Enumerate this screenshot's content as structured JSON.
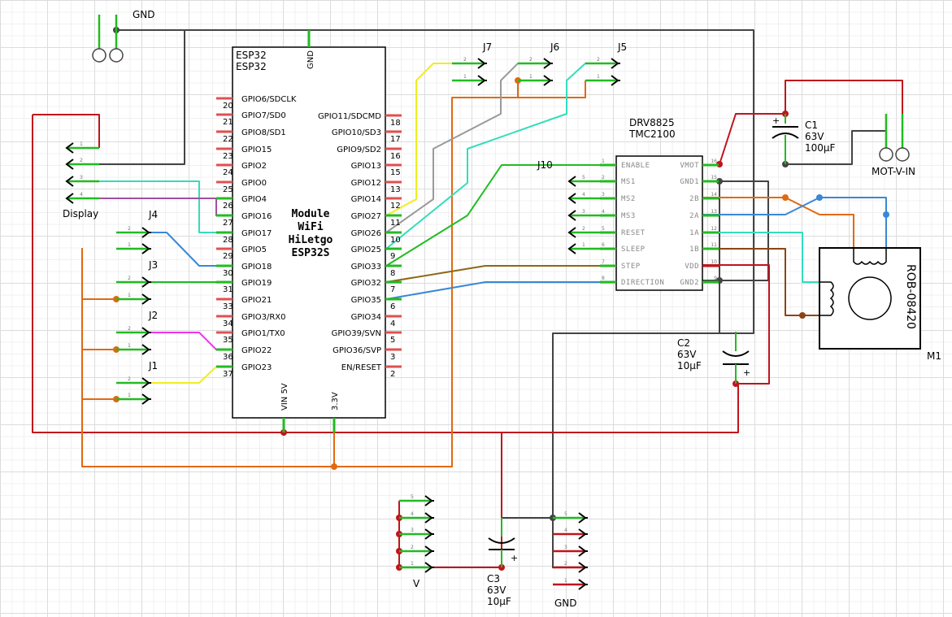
{
  "esp32": {
    "title1": "ESP32",
    "title2": "ESP32",
    "gnd_label": "GND",
    "vin_label": "VIN 5V",
    "v33_label": "3.3V",
    "center_lines": [
      "Module",
      "WiFi",
      "HiLetgo",
      "ESP32S"
    ],
    "left_pins": [
      {
        "num": "20",
        "name": "GPIO6/SDCLK"
      },
      {
        "num": "21",
        "name": "GPIO7/SD0"
      },
      {
        "num": "22",
        "name": "GPIO8/SD1"
      },
      {
        "num": "23",
        "name": "GPIO15"
      },
      {
        "num": "24",
        "name": "GPIO2"
      },
      {
        "num": "25",
        "name": "GPIO0"
      },
      {
        "num": "26",
        "name": "GPIO4"
      },
      {
        "num": "27",
        "name": "GPIO16"
      },
      {
        "num": "28",
        "name": "GPIO17"
      },
      {
        "num": "29",
        "name": "GPIO5"
      },
      {
        "num": "30",
        "name": "GPIO18"
      },
      {
        "num": "31",
        "name": "GPIO19"
      },
      {
        "num": "33",
        "name": "GPIO21"
      },
      {
        "num": "34",
        "name": "GPIO3/RX0"
      },
      {
        "num": "35",
        "name": "GPIO1/TX0"
      },
      {
        "num": "36",
        "name": "GPIO22"
      },
      {
        "num": "37",
        "name": "GPIO23"
      }
    ],
    "right_pins": [
      {
        "num": "18",
        "name": "GPIO11/SDCMD"
      },
      {
        "num": "17",
        "name": "GPIO10/SD3"
      },
      {
        "num": "16",
        "name": "GPIO9/SD2"
      },
      {
        "num": "15",
        "name": "GPIO13"
      },
      {
        "num": "13",
        "name": "GPIO12"
      },
      {
        "num": "12",
        "name": "GPIO14"
      },
      {
        "num": "11",
        "name": "GPIO27"
      },
      {
        "num": "10",
        "name": "GPIO26"
      },
      {
        "num": "9",
        "name": "GPIO25"
      },
      {
        "num": "8",
        "name": "GPIO33"
      },
      {
        "num": "7",
        "name": "GPIO32"
      },
      {
        "num": "6",
        "name": "GPIO35"
      },
      {
        "num": "4",
        "name": "GPIO34"
      },
      {
        "num": "5",
        "name": "GPIO39/SVN"
      },
      {
        "num": "3",
        "name": "GPIO36/SVP"
      },
      {
        "num": "2",
        "name": "EN/RESET"
      }
    ]
  },
  "driver": {
    "title1": "DRV8825",
    "title2": "TMC2100",
    "left_pins": [
      {
        "num": "1",
        "name": "ENABLE"
      },
      {
        "num": "2",
        "name": "MS1"
      },
      {
        "num": "3",
        "name": "MS2"
      },
      {
        "num": "4",
        "name": "MS3"
      },
      {
        "num": "5",
        "name": "RESET"
      },
      {
        "num": "6",
        "name": "SLEEP"
      },
      {
        "num": "7",
        "name": "STEP"
      },
      {
        "num": "8",
        "name": "DIRECTION"
      }
    ],
    "right_pins": [
      {
        "num": "16",
        "name": "VMOT"
      },
      {
        "num": "15",
        "name": "GND1"
      },
      {
        "num": "14",
        "name": "2B"
      },
      {
        "num": "13",
        "name": "2A"
      },
      {
        "num": "12",
        "name": "1A"
      },
      {
        "num": "11",
        "name": "1B"
      },
      {
        "num": "10",
        "name": "VDD"
      },
      {
        "num": "9",
        "name": "GND2"
      }
    ]
  },
  "labels": {
    "gnd_top": "GND",
    "display": "Display",
    "j1": "J1",
    "j2": "J2",
    "j3": "J3",
    "j4": "J4",
    "j5": "J5",
    "j6": "J6",
    "j7": "J7",
    "j10": "J10",
    "mot_v_in": "MOT-V-IN",
    "v": "V",
    "gnd_bottom": "GND",
    "motor": "ROB-08420",
    "m1": "M1",
    "c1": [
      "C1",
      "63V",
      "100µF"
    ],
    "c2": [
      "C2",
      "63V",
      "10µF"
    ],
    "c3": [
      "C3",
      "63V",
      "10µF"
    ]
  },
  "colors": {
    "gnd": "#444444",
    "power": "#c0141c",
    "orange": "#e06a10",
    "green": "#22bb22",
    "teal": "#33ddbb",
    "blue": "#3a88d6",
    "purple": "#a050a0",
    "magenta": "#ee33ee",
    "yellow": "#eeee22",
    "gray": "#999999",
    "brown": "#8b4513",
    "olive": "#8b6914"
  }
}
